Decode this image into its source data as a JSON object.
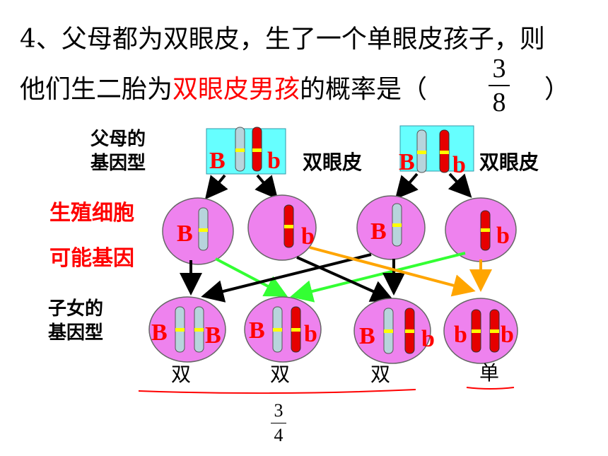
{
  "question": {
    "line1": "4、父母都为双眼皮，生了一个单眼皮孩子，则",
    "line2_prefix": "他们生二胎为",
    "line2_highlight": "双眼皮男孩",
    "line2_suffix": "的概率是（",
    "line2_close": "）",
    "answer_num": "3",
    "answer_den": "8"
  },
  "labels": {
    "parents_genotype_1": "父母的",
    "parents_genotype_2": "基因型",
    "gametes_1": "生殖细胞",
    "gametes_2": "可能基因",
    "children_genotype_1": "子女的",
    "children_genotype_2": "基因型"
  },
  "parents": [
    {
      "a1": "B",
      "a2": "b",
      "phenotype": "双眼皮"
    },
    {
      "a1": "B",
      "a2": "b",
      "phenotype": "双眼皮"
    }
  ],
  "gametes": [
    "B",
    "b",
    "B",
    "b"
  ],
  "children": [
    {
      "a1": "B",
      "a2": "B",
      "type": "双"
    },
    {
      "a1": "B",
      "a2": "b",
      "type": "双"
    },
    {
      "a1": "B",
      "a2": "b",
      "type": "双"
    },
    {
      "a1": "b",
      "a2": "b",
      "type": "单"
    }
  ],
  "summary": {
    "num": "3",
    "den": "4"
  },
  "colors": {
    "parent_box": "#66ffff",
    "cell_fill": "#ee82ee",
    "dominant_chromosome": "#b7d4dc",
    "recessive_chromosome": "#e60000",
    "band": "#ffff00",
    "arrow_black": "#000000",
    "arrow_green": "#33ff33",
    "arrow_orange": "#ffa500",
    "underline": "#ff0000",
    "allele_text": "#ff0000"
  }
}
